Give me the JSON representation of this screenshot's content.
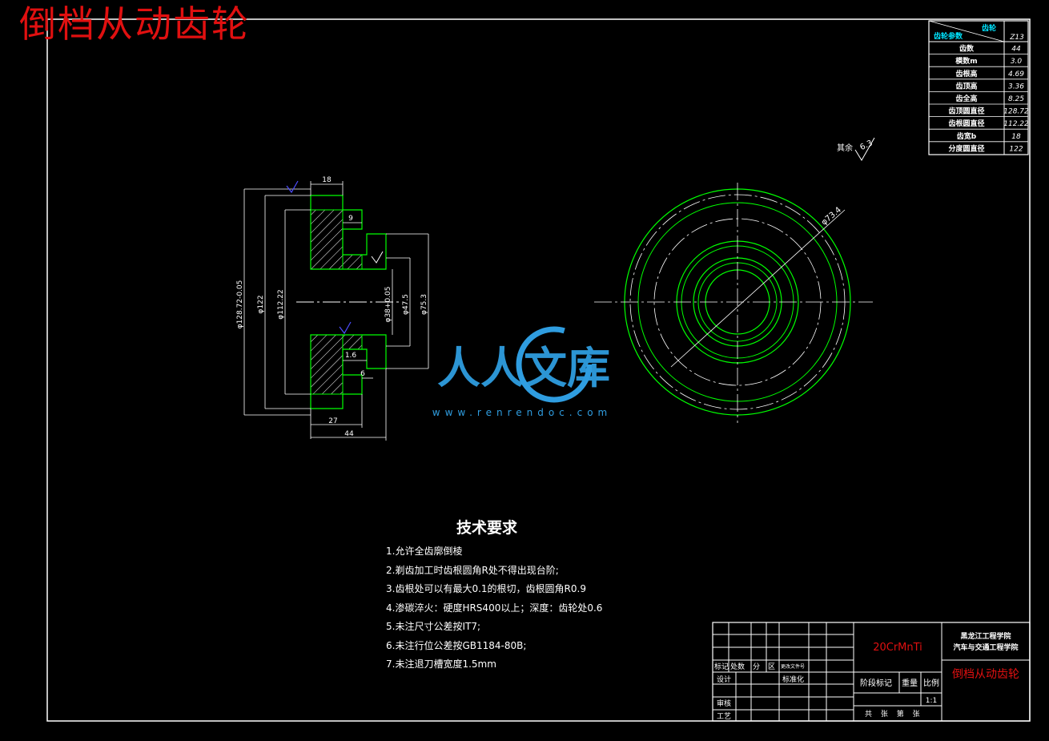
{
  "title": "倒档从动齿轮",
  "params_table": {
    "header_label": "齿轮参数",
    "header_name": "齿轮",
    "header_value": "Z13",
    "rows": [
      {
        "label": "齿数",
        "value": "44"
      },
      {
        "label": "模数m",
        "value": "3.0"
      },
      {
        "label": "齿根高",
        "value": "4.69"
      },
      {
        "label": "齿顶高",
        "value": "3.36"
      },
      {
        "label": "齿全高",
        "value": "8.25"
      },
      {
        "label": "齿顶圆直径",
        "value": "128.72"
      },
      {
        "label": "齿根圆直径",
        "value": "112.22"
      },
      {
        "label": "齿宽b",
        "value": "18"
      },
      {
        "label": "分度圆直径",
        "value": "122"
      }
    ]
  },
  "roughness_note": {
    "label": "其余",
    "value": "6.3"
  },
  "dimensions": {
    "width_18": "18",
    "d_9": "9",
    "d_1_6": "1.6",
    "d_6": "6",
    "d_27": "27",
    "d_44": "44",
    "dia_128": "φ128.72-0.05",
    "dia_122": "φ122",
    "dia_112": "φ112.22",
    "dia_bore": "φ38+0.05",
    "dia_47": "φ47.5",
    "dia_75": "φ75.3",
    "dia_73": "φ73.4"
  },
  "tech_req": {
    "title": "技术要求",
    "items": [
      "1.允许全齿廓倒棱",
      "2.剃齿加工时齿根圆角R处不得出现台阶;",
      "3.齿根处可以有最大0.1的根切，齿根圆角R0.9",
      "4.渗碳淬火：硬度HRS400以上；深度：齿轮处0.6",
      "5.未注尺寸公差按IT7;",
      "6.未注行位公差按GB1184-80B;",
      "7.未注退刀槽宽度1.5mm"
    ]
  },
  "title_block": {
    "material": "20CrMnTi",
    "school_line1": "黑龙江工程学院",
    "school_line2": "汽车与交通工程学院",
    "part_name": "倒档从动齿轮",
    "row_labels": [
      "标记",
      "处数",
      "分",
      "区",
      "更改文件号"
    ],
    "design": "设计",
    "standardize": "标准化",
    "review": "审核",
    "process": "工艺",
    "stage_mark": "阶段标记",
    "weight": "重量",
    "scale_label": "比例",
    "scale_value": "1:1",
    "sheets": "共 张 第 张"
  },
  "watermark": {
    "brand": "人人文库",
    "url": "www.renrendoc.com"
  },
  "colors": {
    "outline": "#00ff00",
    "line": "#ffffff",
    "accent_red": "#e01010",
    "accent_cyan": "#00e5ff",
    "accent_blue": "#4d4dff",
    "watermark": "#2f9de0"
  }
}
